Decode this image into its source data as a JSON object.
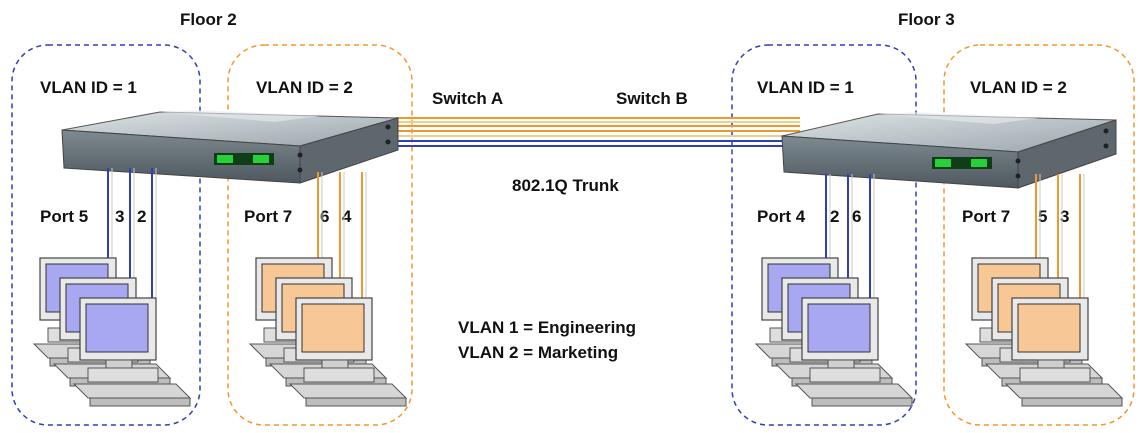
{
  "floors": [
    {
      "label": "Floor 2",
      "switch": {
        "name": "Switch A"
      },
      "groups": [
        {
          "vlan_label": "VLAN ID = 1",
          "port_label": "Port 5",
          "ports": [
            "3",
            "2"
          ],
          "vlan": 1
        },
        {
          "vlan_label": "VLAN ID = 2",
          "port_label": "Port 7",
          "ports": [
            "6",
            "4"
          ],
          "vlan": 2
        }
      ]
    },
    {
      "label": "Floor 3",
      "switch": {
        "name": "Switch B"
      },
      "groups": [
        {
          "vlan_label": "VLAN ID = 1",
          "port_label": "Port 4",
          "ports": [
            "2",
            "6"
          ],
          "vlan": 1
        },
        {
          "vlan_label": "VLAN ID = 2",
          "port_label": "Port 7",
          "ports": [
            "5",
            "3"
          ],
          "vlan": 2
        }
      ]
    }
  ],
  "trunk": {
    "label": "802.1Q Trunk"
  },
  "legend": [
    {
      "text": "VLAN 1 = Engineering"
    },
    {
      "text": "VLAN 2 = Marketing"
    }
  ],
  "colors": {
    "vlan1": "#2f3fb8",
    "vlan2": "#f2962e",
    "vlan1_screen": "#a7a7f2",
    "vlan2_screen": "#f7c796",
    "switch_body": "#8b959c",
    "switch_top": "#c4ccd1"
  }
}
